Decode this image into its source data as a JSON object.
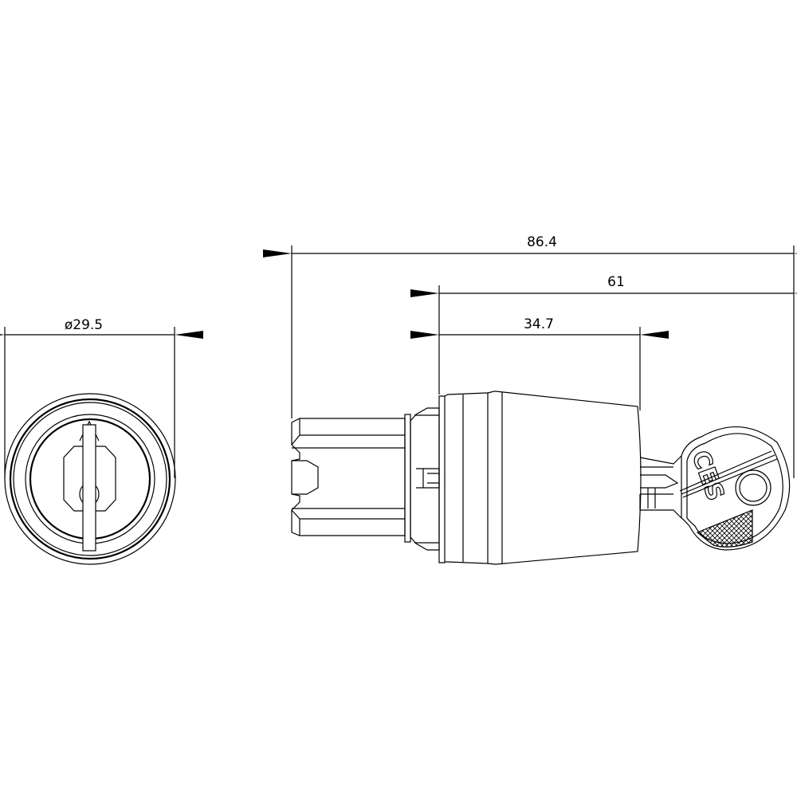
{
  "dimensions": {
    "front_diameter": "ø29.5",
    "overall_length": "86.4",
    "length_to_key": "61",
    "body_length": "34.7"
  },
  "key_logo": "CES",
  "colors": {
    "line": "#000000",
    "background": "#ffffff"
  }
}
